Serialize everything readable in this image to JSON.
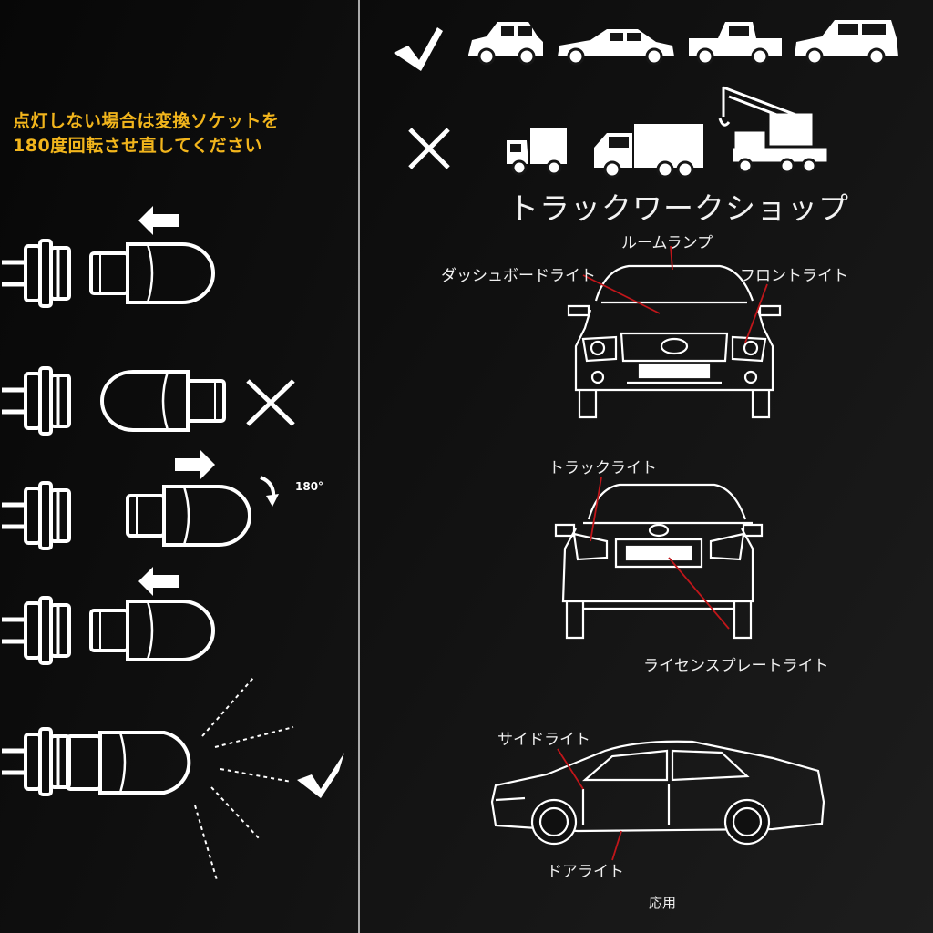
{
  "left_panel": {
    "warning_line1": "点灯しない場合は変換ソケットを",
    "warning_line2": "180度回転させ直してください",
    "rotation_label": "180°"
  },
  "right_panel": {
    "title": "トラックワークショップ",
    "compatible_icons": [
      "compact-car-icon",
      "sedan-icon",
      "pickup-truck-icon",
      "hatchback-icon"
    ],
    "incompatible_icons": [
      "box-truck-icon",
      "delivery-truck-icon",
      "crane-truck-icon"
    ],
    "front_view": {
      "room_lamp": "ルームランプ",
      "dashboard_light": "ダッシュボードライト",
      "front_light": "フロントライト"
    },
    "rear_view": {
      "trunk_light": "トラックライト",
      "license_plate_light": "ライセンスプレートライト"
    },
    "side_view": {
      "side_light": "サイドライト",
      "door_light": "ドアライト"
    },
    "footer": "応用"
  },
  "colors": {
    "background": "#101010",
    "warning_text": "#f2b51c",
    "leader_line": "#c0161a",
    "line_art": "#ffffff"
  }
}
